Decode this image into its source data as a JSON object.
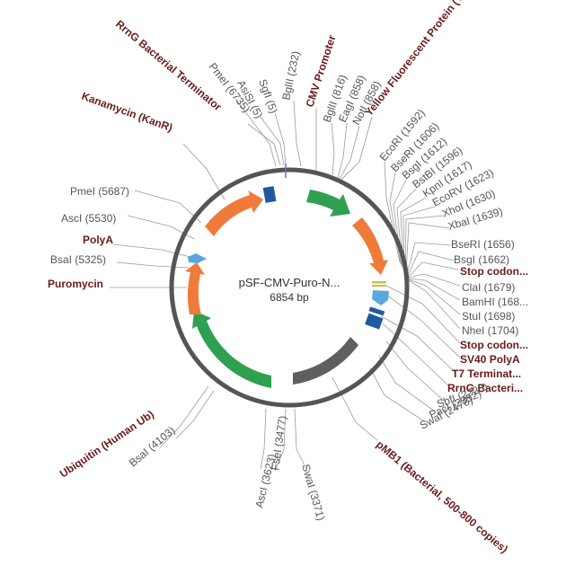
{
  "plasmid": {
    "name": "pSF-CMV-Puro-N...",
    "size": "6854 bp"
  },
  "labels": [
    {
      "text": "RrnG Bacterial Terminator",
      "kind": "feature"
    },
    {
      "text": "PmeI (6735)",
      "kind": "site"
    },
    {
      "text": "AsiSI (5)",
      "kind": "site"
    },
    {
      "text": "SgfI (5)",
      "kind": "site"
    },
    {
      "text": "BglII (232)",
      "kind": "site"
    },
    {
      "text": "CMV Promoter",
      "kind": "feature"
    },
    {
      "text": "BglII (816)",
      "kind": "site"
    },
    {
      "text": "EagI (858)",
      "kind": "site"
    },
    {
      "text": "NotI (858)",
      "kind": "site"
    },
    {
      "text": "Yellow Fluorescent Protein (YFP)",
      "kind": "feature"
    },
    {
      "text": "EcoRI (1592)",
      "kind": "site"
    },
    {
      "text": "BseRI (1606)",
      "kind": "site"
    },
    {
      "text": "BsgI (1612)",
      "kind": "site"
    },
    {
      "text": "BstBI (1596)",
      "kind": "site"
    },
    {
      "text": "KpnI (1617)",
      "kind": "site"
    },
    {
      "text": "EcoRV (1623)",
      "kind": "site"
    },
    {
      "text": "XhoI (1630)",
      "kind": "site"
    },
    {
      "text": "XbaI (1639)",
      "kind": "site"
    },
    {
      "text": "BseRI (1656)",
      "kind": "site"
    },
    {
      "text": "BsgI (1662)",
      "kind": "site"
    },
    {
      "text": "Stop codon...",
      "kind": "feature"
    },
    {
      "text": "ClaI (1679)",
      "kind": "site"
    },
    {
      "text": "BamHI (168...",
      "kind": "site"
    },
    {
      "text": "StuI (1698)",
      "kind": "site"
    },
    {
      "text": "NheI (1704)",
      "kind": "site"
    },
    {
      "text": "Stop codon...",
      "kind": "feature"
    },
    {
      "text": "SV40 PolyA",
      "kind": "feature"
    },
    {
      "text": "T7 Terminat...",
      "kind": "feature"
    },
    {
      "text": "RrnG Bacteri...",
      "kind": "feature"
    },
    {
      "text": "SbfI (2220)",
      "kind": "site"
    },
    {
      "text": "PacI (2352)",
      "kind": "site"
    },
    {
      "text": "SwaI (2478)",
      "kind": "site"
    },
    {
      "text": "pMB1 (Bacterial, 500-800 copies)",
      "kind": "feature"
    },
    {
      "text": "SwaI (3371)",
      "kind": "site"
    },
    {
      "text": "FseI (3477)",
      "kind": "site"
    },
    {
      "text": "AscI (3623)",
      "kind": "site"
    },
    {
      "text": "BsaI (4103)",
      "kind": "site"
    },
    {
      "text": "Ubiquitin (Human Ub)",
      "kind": "feature"
    },
    {
      "text": "Puromycin",
      "kind": "feature"
    },
    {
      "text": "BsaI (5325)",
      "kind": "site"
    },
    {
      "text": "PolyA",
      "kind": "feature"
    },
    {
      "text": "AscI (5530)",
      "kind": "site"
    },
    {
      "text": "PmeI (5687)",
      "kind": "site"
    },
    {
      "text": "Kanamycin (KanR)",
      "kind": "feature"
    }
  ],
  "colors": {
    "backbone": "#555555",
    "orange": "#f07a3a",
    "green": "#2fa04f",
    "gray": "#5f5f5f",
    "navy": "#1f5aa0",
    "lightblue": "#5aa7dc",
    "yellow": "#c7c24a",
    "feature_text": "#6b1a1a",
    "site_text": "#555555"
  }
}
